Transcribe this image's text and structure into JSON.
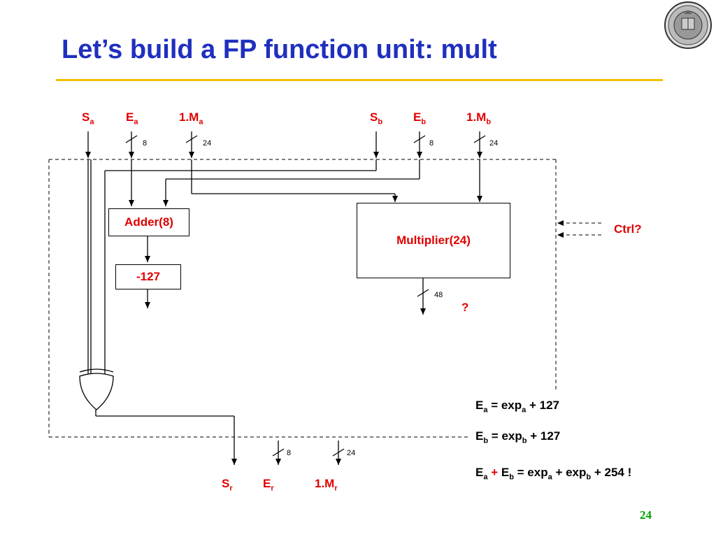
{
  "title": "Let’s build a FP function unit: mult",
  "inputs": {
    "sa": {
      "main": "S",
      "sub": "a"
    },
    "ea": {
      "main": "E",
      "sub": "a"
    },
    "ma": {
      "main": "1.M",
      "sub": "a"
    },
    "sb": {
      "main": "S",
      "sub": "b"
    },
    "eb": {
      "main": "E",
      "sub": "b"
    },
    "mb": {
      "main": "1.M",
      "sub": "b"
    }
  },
  "bus_widths": {
    "ea": "8",
    "ma": "24",
    "eb": "8",
    "mb": "24",
    "mult_out": "48",
    "er": "8",
    "mr": "24"
  },
  "blocks": {
    "adder": "Adder(8)",
    "bias": "-127",
    "multiplier": "Multiplier(24)",
    "mult_question": "?",
    "ctrl": "Ctrl?"
  },
  "outputs": {
    "sr": {
      "main": "S",
      "sub": "r"
    },
    "er": {
      "main": "E",
      "sub": "r"
    },
    "mr": {
      "main": "1.M",
      "sub": "r"
    }
  },
  "equations": {
    "eq1": {
      "e": "E",
      "e_sub": "a",
      "mid": " = exp",
      "exp_sub": "a",
      "tail": " + 127"
    },
    "eq2": {
      "e": "E",
      "e_sub": "b",
      "mid": " = exp",
      "exp_sub": "b",
      "tail": " + 127"
    },
    "eq3": {
      "e1": "E",
      "e1_sub": "a",
      "plus": " + ",
      "e2": "E",
      "e2_sub": "b",
      "mid": " = exp",
      "x1_sub": "a",
      "mid2": " + exp",
      "x2_sub": "b",
      "tail": " + 254 !"
    }
  },
  "page_number": "24",
  "colors": {
    "title": "#1f2fbf",
    "rule": "#f0c000",
    "label": "#e00000",
    "page_number": "#00a000"
  },
  "logo": {
    "icon": "university-seal-icon"
  }
}
